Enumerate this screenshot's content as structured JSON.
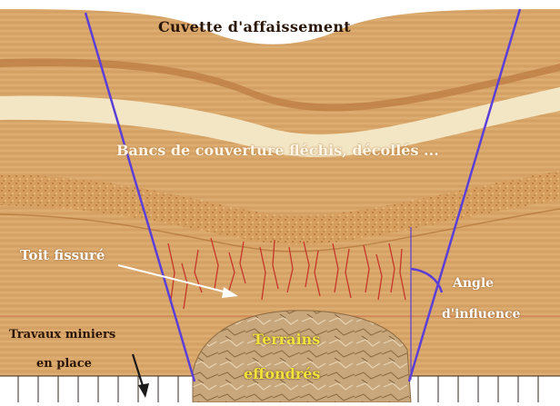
{
  "labels": {
    "title": "Cuvette d'affaissement",
    "bancs": "Bancs de couverture fléchis, décollés ...",
    "toit": "Toit fissuré",
    "angle_line1": "Angle",
    "angle_line2": "d'influence",
    "travaux_line1": "Travaux miniers",
    "travaux_line2": "en place",
    "terrains_line1": "Terrains",
    "terrains_line2": "effondrés"
  },
  "colors": {
    "wood_base": "#d9a66a",
    "wood_dark": "#c68c4e",
    "wood_light": "#e8bd85",
    "cream_band": "#f3e6c5",
    "sandstone": "#d8a060",
    "influence_line": "#5b3fd6",
    "rubble": "#c9a77c",
    "crack": "#c4372a",
    "gallery_line": "#3a2a20",
    "arrow": "#ffffff",
    "title_text": "#2a1608",
    "terrains_text": "#f2e23c"
  }
}
